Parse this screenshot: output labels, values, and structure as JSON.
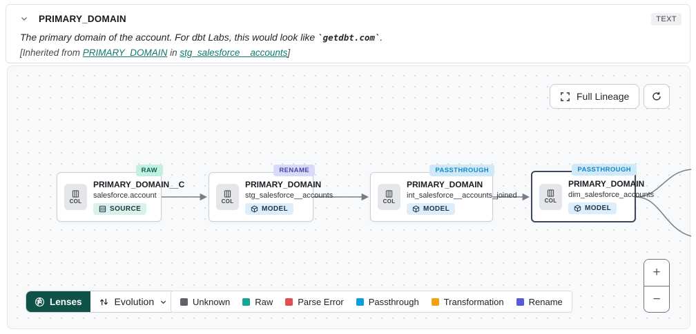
{
  "header": {
    "title": "PRIMARY_DOMAIN",
    "type_badge": "TEXT",
    "description_prefix": "The primary domain of the account. For dbt Labs, this would look like ",
    "description_code": "`getdbt.com`",
    "description_suffix": ".",
    "inherited_prefix": "[Inherited from ",
    "inherited_column_link": "PRIMARY_DOMAIN",
    "inherited_middle": " in ",
    "inherited_model_link": "stg_salesforce__accounts",
    "inherited_suffix": "]"
  },
  "canvas": {
    "full_lineage_label": "Full Lineage",
    "nodes": [
      {
        "tag": "RAW",
        "title": "PRIMARY_DOMAIN__C",
        "subtitle": "salesforce.account",
        "chip": "COL",
        "badge": "SOURCE"
      },
      {
        "tag": "RENAME",
        "title": "PRIMARY_DOMAIN",
        "subtitle": "stg_salesforce__accounts",
        "chip": "COL",
        "badge": "MODEL"
      },
      {
        "tag": "PASSTHROUGH",
        "title": "PRIMARY_DOMAIN",
        "subtitle": "int_salesforce__accounts_joined",
        "chip": "COL",
        "badge": "MODEL"
      },
      {
        "tag": "PASSTHROUGH",
        "title": "PRIMARY_DOMAIN",
        "subtitle": "dim_salesforce_accounts",
        "chip": "COL",
        "badge": "MODEL",
        "selected": true
      }
    ]
  },
  "footer": {
    "lenses_label": "Lenses",
    "lens_selected": "Evolution",
    "legend": [
      {
        "label": "Unknown",
        "color": "#606469"
      },
      {
        "label": "Raw",
        "color": "#17a692"
      },
      {
        "label": "Parse Error",
        "color": "#e1504f"
      },
      {
        "label": "Passthrough",
        "color": "#0f9fd8"
      },
      {
        "label": "Transformation",
        "color": "#f2a30f"
      },
      {
        "label": "Rename",
        "color": "#585ad8"
      }
    ]
  },
  "zoom_controls": {
    "zoom_in": "+",
    "zoom_out": "−"
  },
  "colors": {
    "accent_teal": "#0d7a6c",
    "lenses_green": "#0e5248",
    "edge": "#777d87"
  }
}
